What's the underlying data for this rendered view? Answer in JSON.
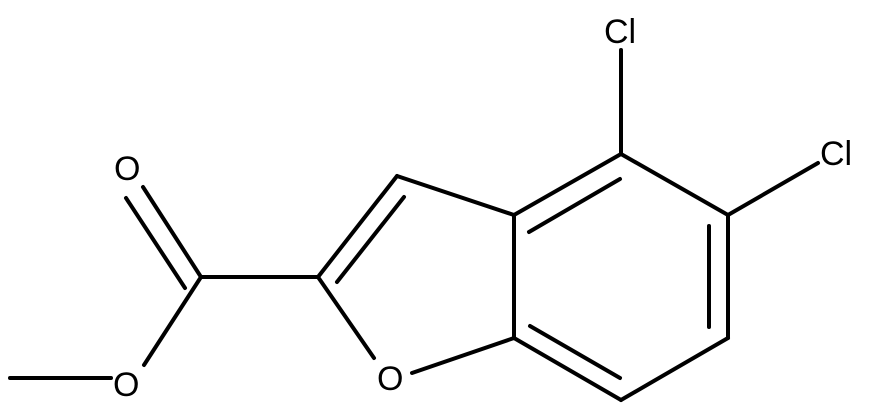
{
  "structure": {
    "atoms": {
      "cl_top": "Cl",
      "cl_right": "Cl",
      "o_carbonyl": "O",
      "o_ester": "O",
      "o_ring": "O"
    },
    "colors": {
      "line": "#000000",
      "background": "#ffffff"
    }
  }
}
